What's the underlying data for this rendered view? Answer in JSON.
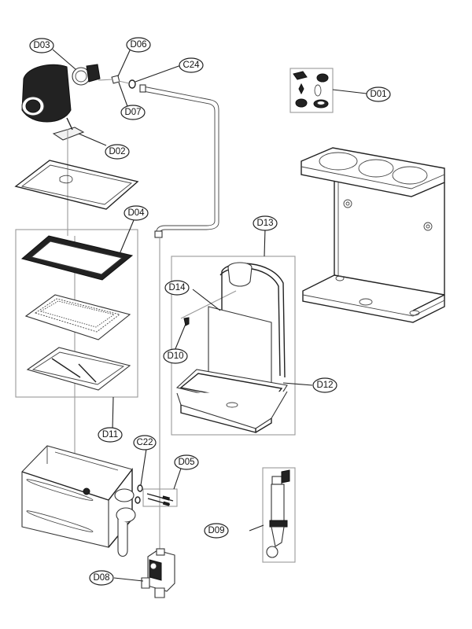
{
  "diagram": {
    "type": "exploded-parts-diagram",
    "callouts": [
      {
        "id": "D03",
        "label": "D03"
      },
      {
        "id": "D06",
        "label": "D06"
      },
      {
        "id": "C24",
        "label": "C24"
      },
      {
        "id": "D07",
        "label": "D07"
      },
      {
        "id": "D02",
        "label": "D02"
      },
      {
        "id": "D01",
        "label": "D01"
      },
      {
        "id": "D04",
        "label": "D04"
      },
      {
        "id": "D13",
        "label": "D13"
      },
      {
        "id": "D14",
        "label": "D14"
      },
      {
        "id": "D10",
        "label": "D10"
      },
      {
        "id": "D12",
        "label": "D12"
      },
      {
        "id": "D11",
        "label": "D11"
      },
      {
        "id": "C22",
        "label": "C22"
      },
      {
        "id": "D05",
        "label": "D05"
      },
      {
        "id": "D09",
        "label": "D09"
      },
      {
        "id": "D08",
        "label": "D08"
      }
    ],
    "parts": [
      {
        "name": "fan-blower",
        "callout": "D02"
      },
      {
        "name": "venturi",
        "callout": "D03"
      },
      {
        "name": "gas-nozzle",
        "callout": "D06"
      },
      {
        "name": "nozzle-seal",
        "callout": "D07"
      },
      {
        "name": "o-ring",
        "callout": "C24"
      },
      {
        "name": "gas-pipe",
        "callout": null
      },
      {
        "name": "seals-kit",
        "callout": "D01"
      },
      {
        "name": "chassis-frame",
        "callout": null
      },
      {
        "name": "burner-cover-plate",
        "callout": null
      },
      {
        "name": "burner-gasket",
        "callout": "D04"
      },
      {
        "name": "burner-assembly",
        "callout": "D11"
      },
      {
        "name": "flue-hood-assembly",
        "callout": "D13"
      },
      {
        "name": "insulation-panel",
        "callout": "D14"
      },
      {
        "name": "sensor",
        "callout": "D10"
      },
      {
        "name": "condensate-tray-seal",
        "callout": "D12"
      },
      {
        "name": "heat-exchanger",
        "callout": null
      },
      {
        "name": "heat-exchanger-o-ring",
        "callout": "C22"
      },
      {
        "name": "ignition-electrodes",
        "callout": "D05"
      },
      {
        "name": "gas-valve",
        "callout": "D08"
      },
      {
        "name": "condensate-trap",
        "callout": "D09"
      }
    ]
  }
}
